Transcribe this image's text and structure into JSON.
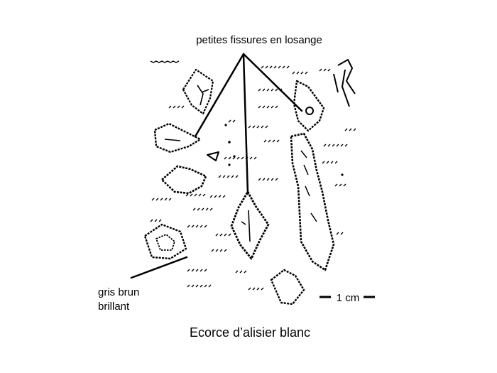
{
  "labels": {
    "fissures": "petites fissures en losange",
    "color": "gris brun",
    "shine": "brillant",
    "scale": "1 cm",
    "caption": "Ecorce d’alisier blanc"
  },
  "colors": {
    "ink": "#000000",
    "background": "#ffffff"
  }
}
